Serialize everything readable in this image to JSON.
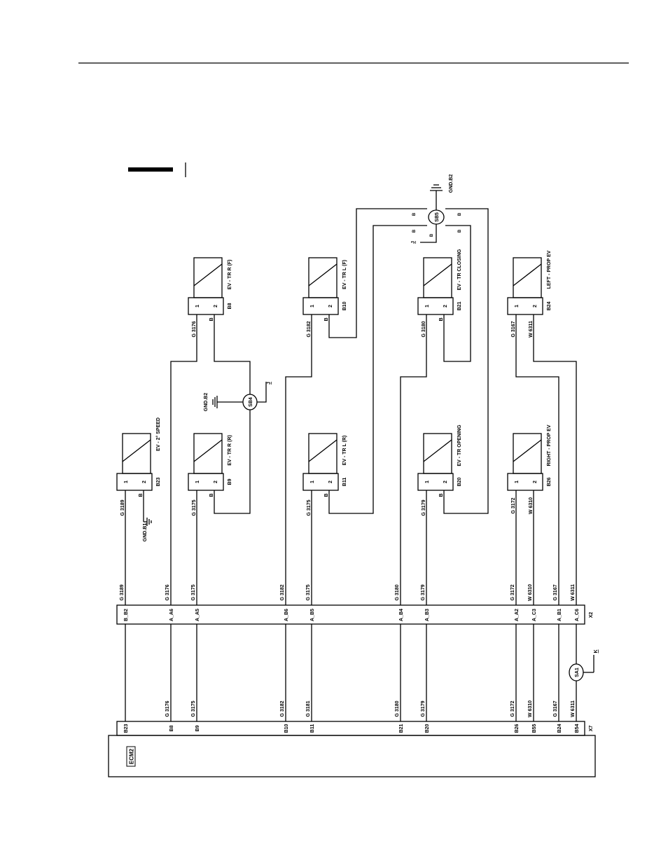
{
  "ecm": {
    "label": "ECM2",
    "connector": "X7",
    "pins": [
      "B23",
      "B8",
      "B9",
      "B10",
      "B11",
      "B21",
      "B20",
      "B26",
      "B55",
      "B24",
      "B54"
    ],
    "wires": [
      "",
      "G 3176",
      "G 3175",
      "G 3182",
      "G 3181",
      "G 3180",
      "G 3179",
      "G 3172",
      "W 6310",
      "G 3167",
      "W 6311"
    ]
  },
  "connector_x2": {
    "label": "X2",
    "pins": [
      "B_B2",
      "A_A6",
      "A_A5",
      "A_B6",
      "A_B5",
      "A_B4",
      "A_B3",
      "A_A2",
      "A_C3",
      "A_B1",
      "A_C6"
    ],
    "wires": [
      "G 3189",
      "G 3176",
      "G 3175",
      "G 3182",
      "G 3175",
      "G 3180",
      "G 3179",
      "G 3172",
      "W 6310",
      "G 3167",
      "W 6311"
    ]
  },
  "splices": {
    "sa1": {
      "label": "SA1",
      "letter": "K"
    },
    "sb4": {
      "label": "SB4",
      "letter": "J",
      "gnd": "GND.B2"
    },
    "sb5": {
      "label": "SB5",
      "letter": "J",
      "gnd": "GND.B2",
      "pin_a": "B",
      "pin_b": "B",
      "pin_c": "B",
      "pin_d": "B",
      "pin_e": "B"
    }
  },
  "gnd_b1": "GND.B1",
  "pin1": "1",
  "pin2": "2",
  "wire_b": "B",
  "components": {
    "speed2": {
      "name": "EV - 2° SPEED",
      "conn": "B23",
      "w1": "G 3189"
    },
    "trr_f": {
      "name": "EV - TR R (F)",
      "conn": "B8",
      "w1": "G 3176"
    },
    "trr_r": {
      "name": "EV - TR R (R)",
      "conn": "B9",
      "w1": "G 3175"
    },
    "trl_f": {
      "name": "EV - TR L (F)",
      "conn": "B10",
      "w1": "G 3182"
    },
    "trl_r": {
      "name": "EV - TR L (R)",
      "conn": "B11",
      "w1": "G 3175"
    },
    "tr_closing": {
      "name": "EV - TR CLOSING",
      "conn": "B21",
      "w1": "G 3180"
    },
    "tr_opening": {
      "name": "EV - TR OPENING",
      "conn": "B20",
      "w1": "G 3179"
    },
    "left_prop": {
      "name": "LEFT - PROP EV",
      "conn": "B24",
      "w1": "G 3167",
      "w2": "W 6311"
    },
    "right_prop": {
      "name": "RIGHT - PROP EV",
      "conn": "B26",
      "w1": "G 3172",
      "w2": "W 6310"
    }
  }
}
